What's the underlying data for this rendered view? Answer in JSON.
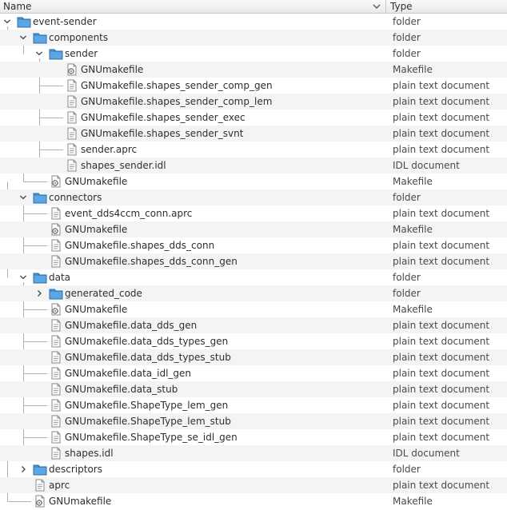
{
  "header": {
    "name_label": "Name",
    "type_label": "Type",
    "sort_icon": "chevron-down-icon"
  },
  "colors": {
    "folder": "#3f8fd2",
    "folder_dark": "#2a6fb0",
    "row_alt": "#f4f4f4",
    "guide": "#b0b0b0"
  },
  "rows": [
    {
      "name": "event-sender",
      "type": "folder",
      "depth": 0,
      "kind": "folder",
      "expander": "expanded"
    },
    {
      "name": "components",
      "type": "folder",
      "depth": 1,
      "kind": "folder",
      "expander": "expanded"
    },
    {
      "name": "sender",
      "type": "folder",
      "depth": 2,
      "kind": "folder",
      "expander": "expanded"
    },
    {
      "name": "GNUmakefile",
      "type": "Makefile",
      "depth": 3,
      "kind": "makefile"
    },
    {
      "name": "GNUmakefile.shapes_sender_comp_gen",
      "type": "plain text document",
      "depth": 3,
      "kind": "text"
    },
    {
      "name": "GNUmakefile.shapes_sender_comp_lem",
      "type": "plain text document",
      "depth": 3,
      "kind": "text"
    },
    {
      "name": "GNUmakefile.shapes_sender_exec",
      "type": "plain text document",
      "depth": 3,
      "kind": "text"
    },
    {
      "name": "GNUmakefile.shapes_sender_svnt",
      "type": "plain text document",
      "depth": 3,
      "kind": "text"
    },
    {
      "name": "sender.aprc",
      "type": "plain text document",
      "depth": 3,
      "kind": "text"
    },
    {
      "name": "shapes_sender.idl",
      "type": "IDL document",
      "depth": 3,
      "kind": "text"
    },
    {
      "name": "GNUmakefile",
      "type": "Makefile",
      "depth": 2,
      "kind": "makefile"
    },
    {
      "name": "connectors",
      "type": "folder",
      "depth": 1,
      "kind": "folder",
      "expander": "expanded"
    },
    {
      "name": "event_dds4ccm_conn.aprc",
      "type": "plain text document",
      "depth": 2,
      "kind": "text"
    },
    {
      "name": "GNUmakefile",
      "type": "Makefile",
      "depth": 2,
      "kind": "makefile"
    },
    {
      "name": "GNUmakefile.shapes_dds_conn",
      "type": "plain text document",
      "depth": 2,
      "kind": "text"
    },
    {
      "name": "GNUmakefile.shapes_dds_conn_gen",
      "type": "plain text document",
      "depth": 2,
      "kind": "text"
    },
    {
      "name": "data",
      "type": "folder",
      "depth": 1,
      "kind": "folder",
      "expander": "expanded"
    },
    {
      "name": "generated_code",
      "type": "folder",
      "depth": 2,
      "kind": "folder",
      "expander": "collapsed"
    },
    {
      "name": "GNUmakefile",
      "type": "Makefile",
      "depth": 2,
      "kind": "makefile"
    },
    {
      "name": "GNUmakefile.data_dds_gen",
      "type": "plain text document",
      "depth": 2,
      "kind": "text"
    },
    {
      "name": "GNUmakefile.data_dds_types_gen",
      "type": "plain text document",
      "depth": 2,
      "kind": "text"
    },
    {
      "name": "GNUmakefile.data_dds_types_stub",
      "type": "plain text document",
      "depth": 2,
      "kind": "text"
    },
    {
      "name": "GNUmakefile.data_idl_gen",
      "type": "plain text document",
      "depth": 2,
      "kind": "text"
    },
    {
      "name": "GNUmakefile.data_stub",
      "type": "plain text document",
      "depth": 2,
      "kind": "text"
    },
    {
      "name": "GNUmakefile.ShapeType_lem_gen",
      "type": "plain text document",
      "depth": 2,
      "kind": "text"
    },
    {
      "name": "GNUmakefile.ShapeType_lem_stub",
      "type": "plain text document",
      "depth": 2,
      "kind": "text"
    },
    {
      "name": "GNUmakefile.ShapeType_se_idl_gen",
      "type": "plain text document",
      "depth": 2,
      "kind": "text"
    },
    {
      "name": "shapes.idl",
      "type": "IDL document",
      "depth": 2,
      "kind": "text"
    },
    {
      "name": "descriptors",
      "type": "folder",
      "depth": 1,
      "kind": "folder",
      "expander": "collapsed"
    },
    {
      "name": "aprc",
      "type": "plain text document",
      "depth": 1,
      "kind": "text"
    },
    {
      "name": "GNUmakefile",
      "type": "Makefile",
      "depth": 1,
      "kind": "makefile"
    }
  ]
}
